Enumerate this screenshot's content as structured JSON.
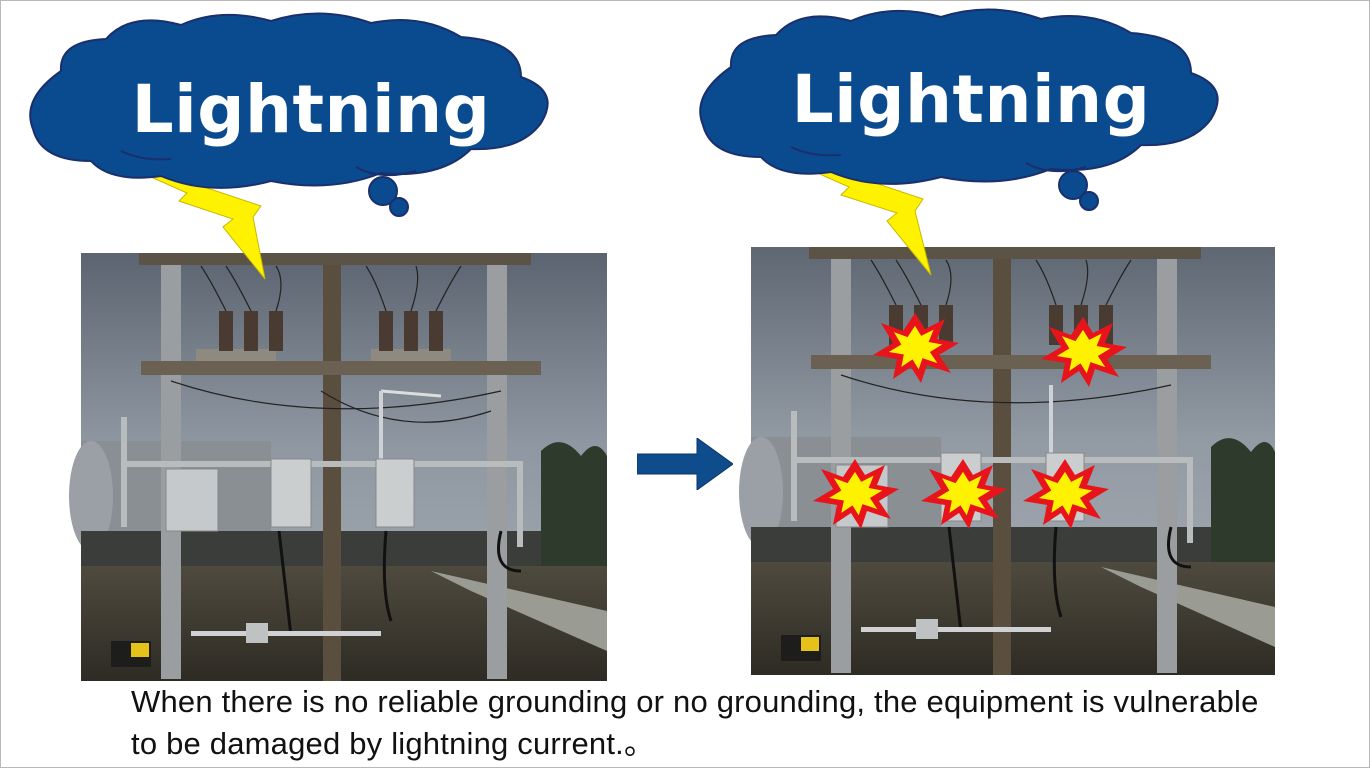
{
  "slide": {
    "left_label": "Lightning",
    "right_label": "Lightning",
    "caption": "When there is no reliable grounding or no grounding, the equipment is vulnerable to be damaged by lightning current.。"
  },
  "icons": {
    "cloud": "cloud-icon",
    "bolt": "lightning-bolt-icon",
    "arrow": "right-arrow-icon",
    "spark": "explosion-spark-icon"
  },
  "colors": {
    "cloud": "#0a4a8e",
    "cloud_outline": "#1a2f6b",
    "bolt": "#fff200",
    "arrow": "#0f4c8c",
    "spark_outer": "#e8141c",
    "spark_inner": "#fff200"
  }
}
